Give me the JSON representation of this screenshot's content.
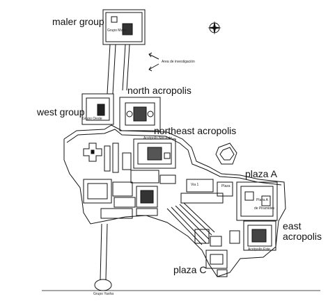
{
  "labels": {
    "maler_group": "maler group",
    "north_acropolis": "north acropolis",
    "west_group": "west group",
    "northeast_acropolis": "northeast acropolis",
    "plaza_a": "plaza A",
    "east_acropolis_line1": "east",
    "east_acropolis_line2": "acropolis",
    "plaza_c": "plaza C"
  },
  "small_labels": {
    "area_investigacion": "Area de investigación",
    "grupo_maler": "Grupo Maler",
    "grupo_oeste": "Grupo Oeste",
    "acropolis_noreste": "Acrópolis Nor-este",
    "via_1": "Via 1",
    "plaza": "Plaza",
    "plaza_a_small": "Plaza A",
    "piramides": "de Piramides",
    "acropolis_este": "Acrópolis Este",
    "grupo_yaxha": "Grupo Yaxha"
  },
  "icons": {
    "compass": "compass-rose-icon",
    "arrows": "direction-arrows-icon"
  }
}
